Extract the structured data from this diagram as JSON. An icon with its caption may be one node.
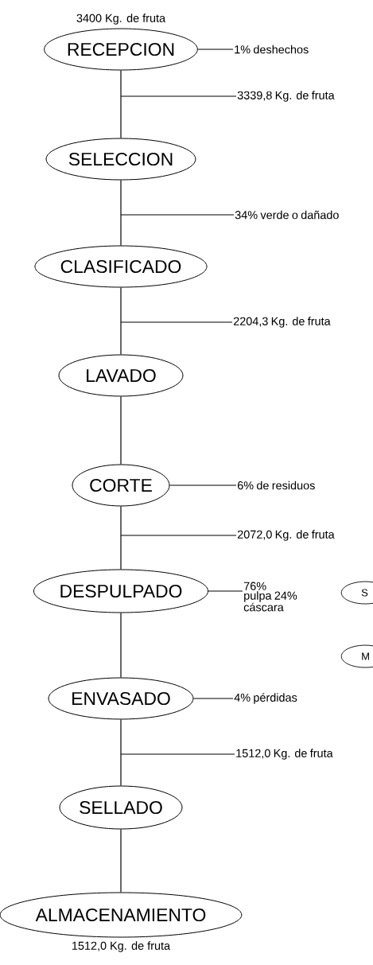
{
  "diagram": {
    "nodes": [
      {
        "text": [
          "RECEPCION"
        ],
        "beside": [
          "3400 Kg. de fruta"
        ]
      },
      {
        "text": [
          "SELECCION"
        ]
      },
      {
        "text": [
          "CLASIFICADO"
        ]
      },
      {
        "text": [
          "LAVADO"
        ]
      },
      {
        "text": [
          "CORTE"
        ]
      },
      {
        "text": [
          "DESPULPADO"
        ]
      },
      {
        "text": [
          "ENVASADO"
        ]
      },
      {
        "text": [
          "SELLADO"
        ]
      },
      {
        "text": [
          "ALMACENAMIENTO"
        ],
        "beside": [
          "1512,0 Kg. de fruta"
        ]
      },
      {
        "text": [
          "1% deshechos"
        ]
      },
      {
        "text": [
          "3339,8 Kg. de fruta"
        ]
      },
      {
        "text": [
          "34% verde o dañado"
        ]
      },
      {
        "text": [
          "2204,3 Kg. de fruta"
        ]
      },
      {
        "text": [
          "6% de residuos"
        ]
      },
      {
        "text": [
          "2072,0 Kg. de fruta"
        ]
      },
      {
        "text": [
          "76% pulpa 24% cáscara"
        ]
      },
      {
        "text": [
          "4% pérdidas"
        ]
      },
      {
        "text": [
          "1512,0 Kg. de fruta"
        ]
      },
      {
        "text": [
          "S"
        ]
      },
      {
        "text": [
          "M"
        ]
      }
    ],
    "edges": [
      {
        "from": 0,
        "to": 1,
        "arrow": "none"
      },
      {
        "from": 1,
        "to": 2,
        "arrow": "none"
      },
      {
        "from": 2,
        "to": 3,
        "arrow": "none"
      },
      {
        "from": 3,
        "to": 4,
        "arrow": "none"
      },
      {
        "from": 4,
        "to": 5,
        "arrow": "none"
      },
      {
        "from": 5,
        "to": 6,
        "arrow": "none"
      },
      {
        "from": 6,
        "to": 7,
        "arrow": "none"
      },
      {
        "from": 7,
        "to": 8,
        "arrow": "none"
      },
      {
        "from": 0,
        "to": 9,
        "arrow": "none"
      },
      {
        "from": 10,
        "to": null,
        "arrow": "none"
      },
      {
        "from": 11,
        "to": null,
        "arrow": "none"
      },
      {
        "from": 12,
        "to": null,
        "arrow": "none"
      },
      {
        "from": 4,
        "to": 13,
        "arrow": "none"
      },
      {
        "from": 14,
        "to": null,
        "arrow": "none"
      },
      {
        "from": 5,
        "to": 15,
        "arrow": "none"
      },
      {
        "from": 6,
        "to": 16,
        "arrow": "none"
      },
      {
        "from": 17,
        "to": null,
        "arrow": "none"
      }
    ]
  }
}
